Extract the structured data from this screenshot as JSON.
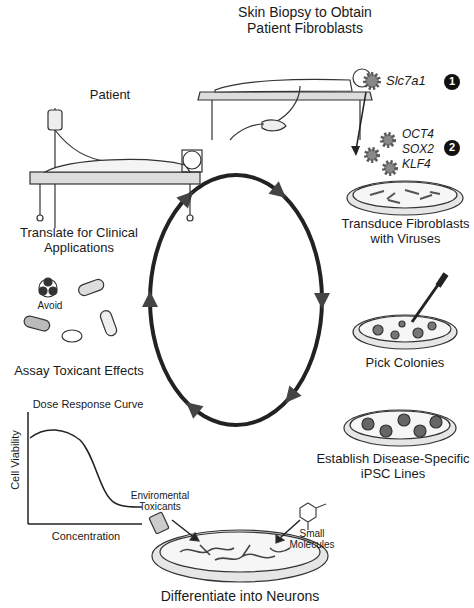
{
  "diagram": {
    "nodes": [
      {
        "text": [
          "Skin Biopsy to Obtain Patient Fibroblasts"
        ]
      },
      {
        "text": [
          "Transduce Fibroblasts with Viruses"
        ]
      },
      {
        "text": [
          "Pick Colonies"
        ]
      },
      {
        "text": [
          "Establish Disease-Specific iPSC Lines"
        ]
      },
      {
        "text": [
          "Differentiate into Neurons"
        ]
      },
      {
        "text": [
          "Assay Toxicant Effects"
        ]
      },
      {
        "text": [
          "Translate for Clinical Applications"
        ]
      },
      {
        "text": [
          "Patient"
        ]
      }
    ],
    "labels": [
      "Slc7a1",
      "1",
      "OCT4",
      "SOX2",
      "KLF4",
      "2",
      "Enviromental Toxicants",
      "Small Molecules",
      "Dose Response Curve",
      "Cell Viability",
      "Concentration",
      "Avoid"
    ]
  }
}
